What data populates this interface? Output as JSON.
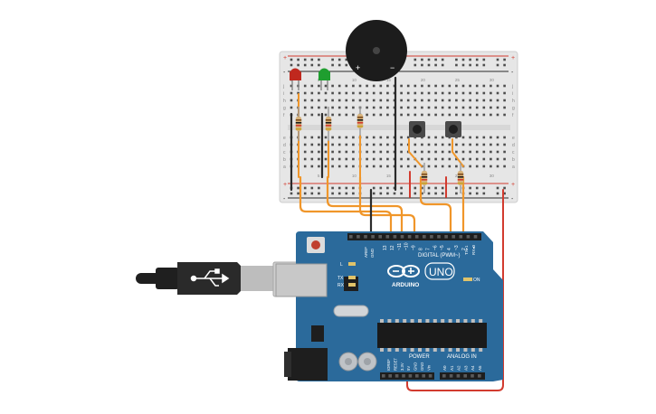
{
  "breadboard": {
    "rail_plus": "+",
    "rail_minus": "-",
    "row_letters_top": [
      "j",
      "i",
      "h",
      "g",
      "f"
    ],
    "row_letters_bottom": [
      "e",
      "d",
      "c",
      "b",
      "a"
    ],
    "column_numbers": [
      "1",
      "5",
      "10",
      "15",
      "20",
      "25",
      "30"
    ]
  },
  "buzzer": {
    "plus_label": "+",
    "minus_label": "−"
  },
  "led_colors": {
    "red": "#c0281e",
    "green": "#1f9e2f"
  },
  "wire_colors": {
    "orange": "#f0962a",
    "black": "#2b2b2b",
    "red": "#d23b2f"
  },
  "arduino": {
    "board_color": "#2b6a9b",
    "header_digital_label": "DIGITAL (PWM~)",
    "header_power_label": "POWER",
    "header_analog_label": "ANALOG IN",
    "brand_label": "ARDUINO",
    "model_label": "UNO",
    "on_label": "ON",
    "led_labels": [
      "L",
      "TX",
      "RX"
    ],
    "aref_label": "AREF",
    "gnd_label": "GND",
    "tx_label": "TX▸1",
    "rx_label": "RX◂0",
    "digital_pins": [
      "13",
      "12",
      "~11",
      "~10",
      "~9",
      "8",
      "7",
      "~6",
      "~5",
      "4",
      "~3",
      "2"
    ],
    "analog_pins": [
      "A0",
      "A1",
      "A2",
      "A3",
      "A4",
      "A5"
    ],
    "power_pins": [
      "IOREF",
      "RESET",
      "3.3V",
      "5V",
      "GND",
      "GND",
      "Vin"
    ]
  }
}
